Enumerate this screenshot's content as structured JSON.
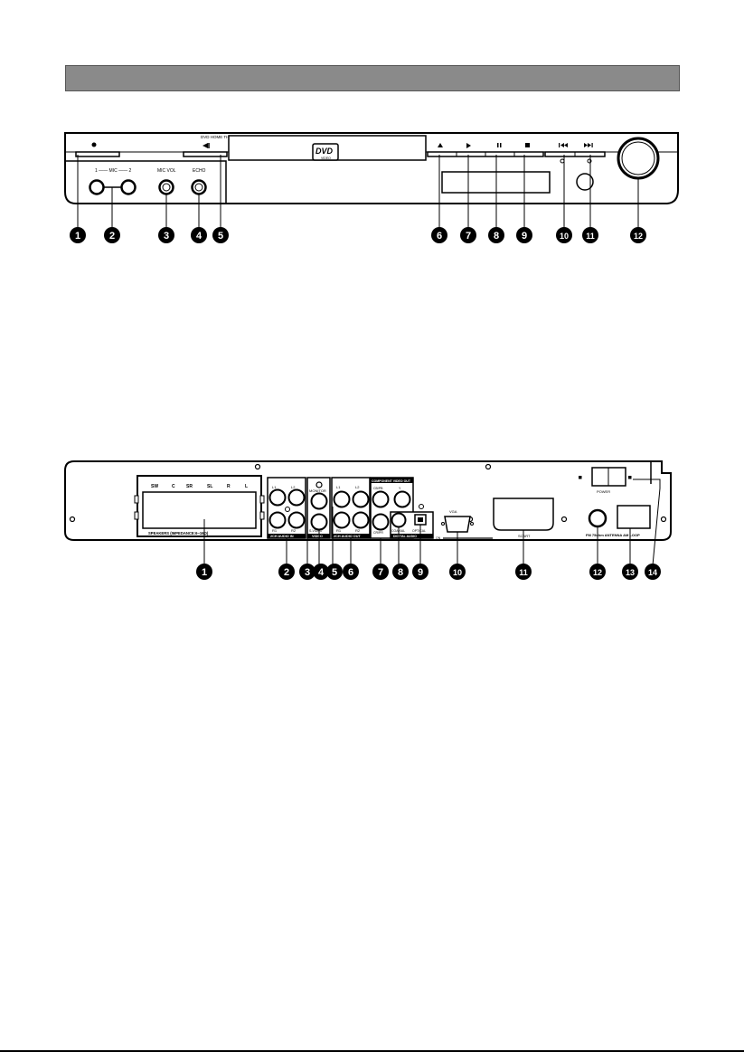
{
  "front_panel": {
    "labels": {
      "brand": "DVD HOME THEATRE",
      "mic": "1 —— MIC —— 2",
      "mic_vol": "MIC VOL",
      "echo": "ECHO",
      "dvd_logo": "DVD",
      "dvd_logo_sub": "VIDEO"
    },
    "callouts": [
      "1",
      "2",
      "3",
      "4",
      "5",
      "6",
      "7",
      "8",
      "9",
      "10",
      "11",
      "12"
    ]
  },
  "rear_panel": {
    "labels": {
      "speaker_channels": [
        "SW",
        "C",
        "SR",
        "SL",
        "R",
        "L"
      ],
      "speakers": "SPEAKERS   (IMPEDANCE:6~16Ω)",
      "audio_in_top": [
        "L1",
        "L2"
      ],
      "audio_in_bottom": [
        "R1",
        "R2"
      ],
      "audio_in": "2CH AUDIO IN",
      "monitor": "MONITOR",
      "s_video": "S-VIDEO",
      "video": "VIDEO",
      "audio_out_top": [
        "L1",
        "L2"
      ],
      "audio_out_bottom": [
        "R1",
        "R2"
      ],
      "audio_out": "2CH AUDIO OUT",
      "component": "COMPONENT VIDEO OUT",
      "cb_pb": "CB/PB",
      "y": "Y",
      "cr_pr": "CR/PR",
      "coaxial": "COAXIAL",
      "optical": "OPTICAL",
      "digital_audio": "DIGITAL AUDIO",
      "vga": "VGA",
      "scart": "SCART",
      "power": "POWER",
      "antenna": "FM 75ohm ANTENNA AM LOOP",
      "on": "ON"
    },
    "callouts": [
      "1",
      "2",
      "3",
      "4",
      "5",
      "6",
      "7",
      "8",
      "9",
      "10",
      "11",
      "12",
      "13",
      "14"
    ]
  }
}
